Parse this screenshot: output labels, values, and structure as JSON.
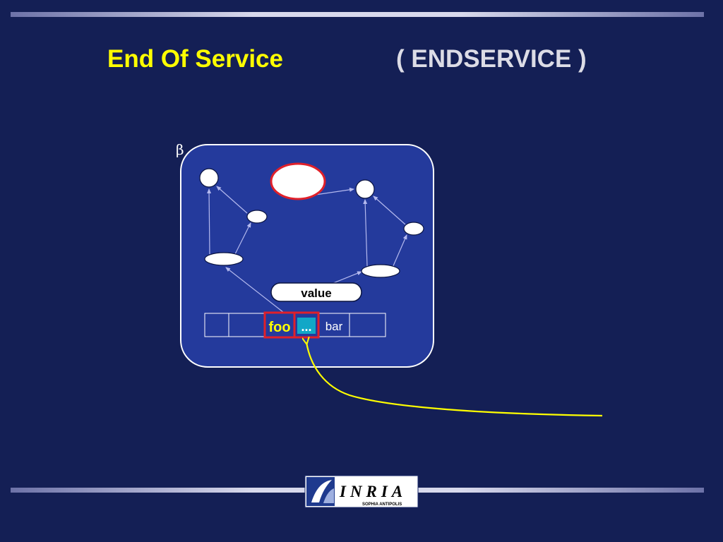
{
  "title": {
    "main": "End Of Service",
    "code": "( ENDSERVICE )"
  },
  "diagram": {
    "box_label": "β",
    "value_label": "value",
    "cells": {
      "foo": "foo",
      "dots": "...",
      "bar": "bar"
    }
  },
  "logo": {
    "name": "INRIA",
    "subtitle": "SOPHIA ANTIPOLIS"
  },
  "colors": {
    "background": "#141f55",
    "box_fill": "#243a9c",
    "title_yellow": "#ffff00",
    "title_gray": "#dcdce6",
    "highlight_red": "#e0202a",
    "dots_cyan": "#11a7c7",
    "arrow": "#b4b9ee"
  }
}
